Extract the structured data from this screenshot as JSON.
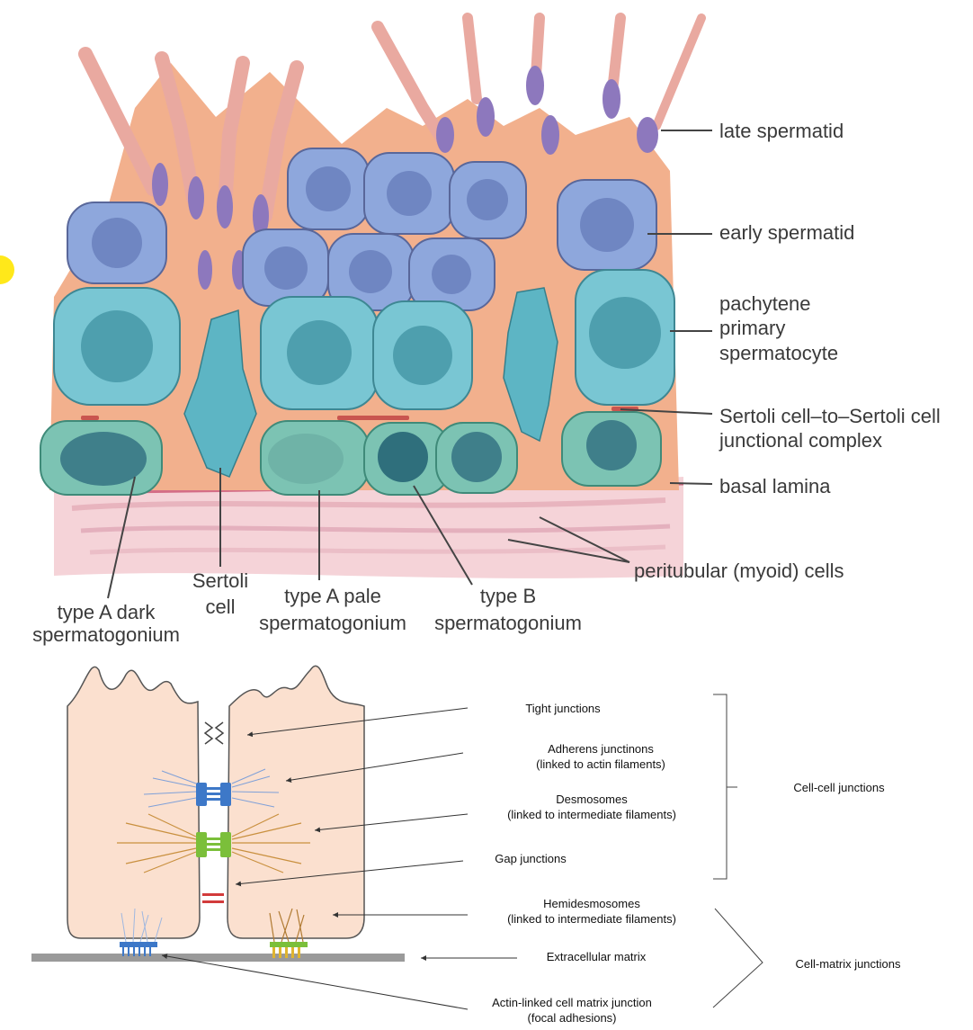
{
  "top_diagram": {
    "right_labels": {
      "late_spermatid": "late spermatid",
      "early_spermatid": "early spermatid",
      "pachytene_1": "pachytene",
      "pachytene_2": "primary",
      "pachytene_3": "spermatocyte",
      "sertoli_junction_1": "Sertoli cell–to–Sertoli cell",
      "sertoli_junction_2": "junctional complex",
      "basal_lamina": "basal lamina",
      "peritubular": "peritubular (myoid) cells"
    },
    "bottom_labels": {
      "type_a_dark_1": "type A dark",
      "type_a_dark_2": "spermatogonium",
      "sertoli_1": "Sertoli",
      "sertoli_2": "cell",
      "type_a_pale_1": "type A pale",
      "type_a_pale_2": "spermatogonium",
      "type_b_1": "type B",
      "type_b_2": "spermatogonium"
    },
    "colors": {
      "sertoli": "#f2b08d",
      "spermatid": "#8ea7dc",
      "spermatocyte": "#79c6d3",
      "spermatogonium": "#7cc3b3",
      "lamina": "#f0c9cf"
    }
  },
  "bottom_diagram": {
    "labels": {
      "tight": "Tight junctions",
      "adherens_1": "Adherens junctinons",
      "adherens_2": "(linked to actin filaments)",
      "desmosomes_1": "Desmosomes",
      "desmosomes_2": "(linked to intermediate filaments)",
      "gap": "Gap junctions",
      "hemidesmosomes_1": "Hemidesmosomes",
      "hemidesmosomes_2": "(linked to intermediate filaments)",
      "ecm": "Extracellular matrix",
      "focal_1": "Actin-linked cell matrix junction",
      "focal_2": "(focal adhesions)"
    },
    "groups": {
      "cell_cell": "Cell-cell junctions",
      "cell_matrix": "Cell-matrix junctions"
    },
    "colors": {
      "cell": "#fbe0cf",
      "adherens": "#3d78c8",
      "desmosome": "#7bbf3a",
      "gap": "#d23b3b",
      "hemidesmosome_plate": "#e0b530",
      "matrix": "#9a9a9a"
    }
  }
}
